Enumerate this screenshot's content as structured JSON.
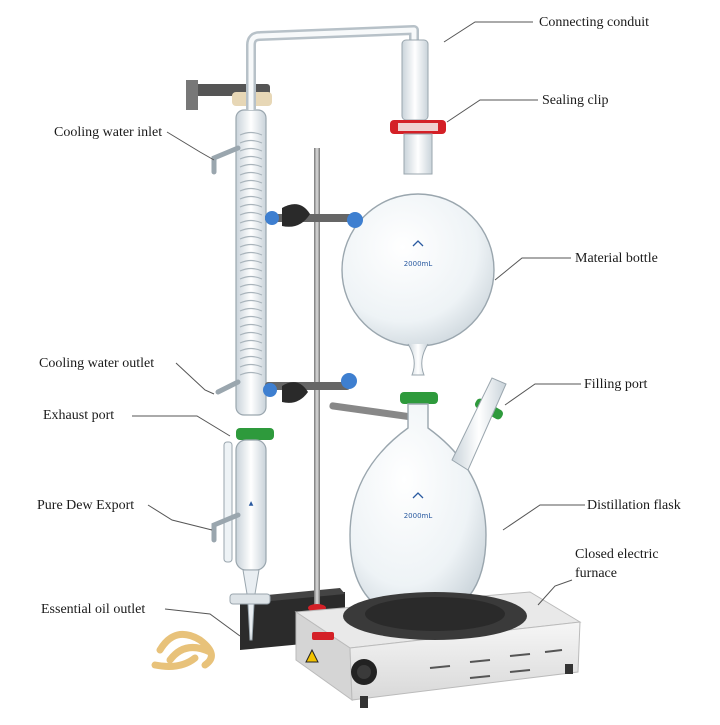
{
  "labels": {
    "connecting_conduit": "Connecting conduit",
    "sealing_clip": "Sealing clip",
    "cooling_water_inlet": "Cooling water inlet",
    "material_bottle": "Material bottle",
    "cooling_water_outlet": "Cooling water outlet",
    "filling_port": "Filling port",
    "exhaust_port": "Exhaust port",
    "pure_dew_export": "Pure Dew Export",
    "distillation_flask": "Distillation flask",
    "closed_electric_furnace_line1": "Closed electric",
    "closed_electric_furnace_line2": "furnace",
    "essential_oil_outlet": "Essential oil outlet"
  },
  "flask_marks": {
    "material_bottle_volume": "2000mL",
    "distillation_flask_volume": "2000mL"
  },
  "colors": {
    "glass": "#e9eef2",
    "glass_edge": "#9aa6ae",
    "sealing_clip": "#d42027",
    "green_clip": "#2e9a3c",
    "knob": "#3e7fd0",
    "furnace_body": "#eeeeee",
    "hotplate": "#3a3a3a",
    "tubing": "#e8c27a",
    "leader_line": "#555555"
  }
}
